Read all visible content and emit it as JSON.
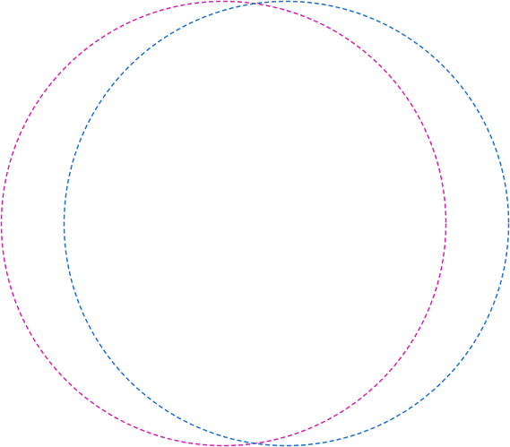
{
  "diagram": {
    "type": "overlapping-circles",
    "background": "#ffffff",
    "circles": [
      {
        "id": "magenta-circle",
        "stroke": "#d41fb0",
        "line_style": "dashed"
      },
      {
        "id": "blue-circle",
        "stroke": "#1a6fcf",
        "line_style": "dashed"
      }
    ]
  }
}
